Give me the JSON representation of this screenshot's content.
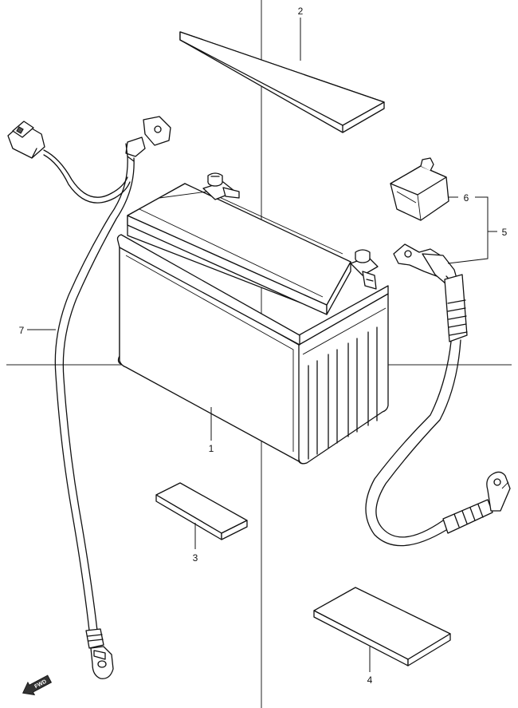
{
  "callouts": [
    {
      "id": "1",
      "label": "1"
    },
    {
      "id": "2",
      "label": "2"
    },
    {
      "id": "3",
      "label": "3"
    },
    {
      "id": "4",
      "label": "4"
    },
    {
      "id": "5",
      "label": "5"
    },
    {
      "id": "6",
      "label": "6"
    },
    {
      "id": "7",
      "label": "7"
    }
  ],
  "direction_marker": {
    "label": "FWD"
  }
}
